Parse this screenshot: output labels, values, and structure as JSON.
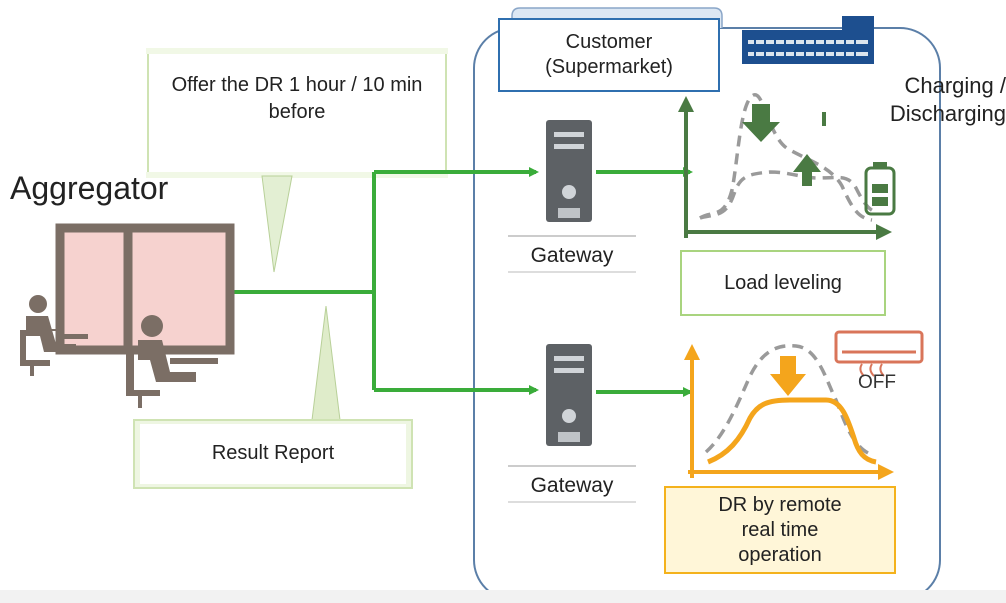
{
  "callouts": {
    "offer": "Offer the DR 1 hour / 10 min before",
    "result": "Result Report"
  },
  "aggregator": {
    "label": "Aggregator"
  },
  "customer": {
    "title": "Customer (Supermarket)"
  },
  "gateways": [
    {
      "label": "Gateway"
    },
    {
      "label": "Gateway"
    }
  ],
  "top_panel": {
    "charging_label": "Charging / Discharging",
    "caption": "Load leveling"
  },
  "bottom_panel": {
    "off_label": "OFF",
    "caption": "DR by remote real time operation"
  },
  "colors": {
    "green_arrow": "#3aac3a",
    "panel_green": "#4a7a43",
    "panel_orange": "#f4a51c",
    "building_blue": "#1d4f8f",
    "screen_pink": "#f6d2cf",
    "screen_frame": "#7b6e65",
    "gateway_gray": "#5d6165"
  }
}
